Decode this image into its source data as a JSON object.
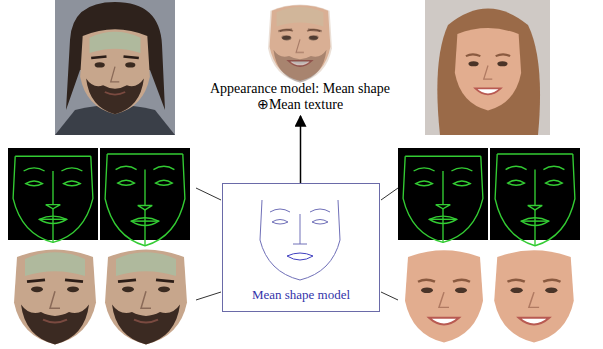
{
  "diagram": {
    "nodes": [
      {
        "text": [
          "Appearance model: Mean shape ⊕Mean texture"
        ]
      },
      {
        "text": [
          "Mean shape model"
        ]
      }
    ],
    "edges": [
      {
        "from": 1,
        "to": 0,
        "arrow": "to"
      }
    ]
  }
}
